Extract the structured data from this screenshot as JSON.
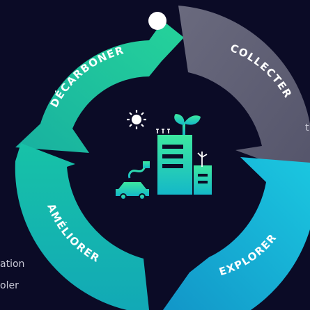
{
  "cycle": {
    "steps": [
      {
        "label": "DÉCARBONER",
        "color": "#1fc7a0"
      },
      {
        "label": "COLLECTER",
        "color": "#5d5d70"
      },
      {
        "label": "EXPLORER",
        "color": "#16b4d8"
      },
      {
        "label": "AMÉLIORER",
        "color": "#12b3ae"
      }
    ]
  },
  "edge_text": {
    "frag1": "t",
    "frag2": "ation",
    "frag3": "oler"
  },
  "icons": [
    "sun-icon",
    "factory-building-icon",
    "leaf-icon",
    "wind-turbine-icon",
    "electric-car-icon",
    "plug-icon"
  ]
}
